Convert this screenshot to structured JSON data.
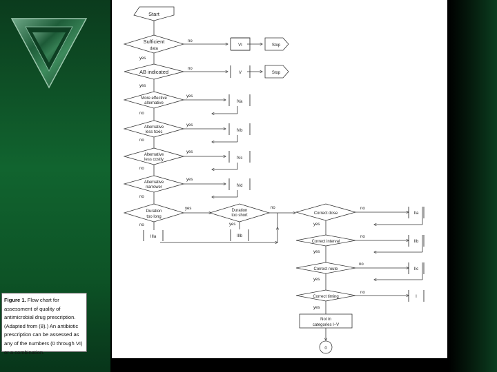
{
  "caption": {
    "title": "Figure 1.",
    "text": "Flow chart for assessment of quality of antimicrobial drug prescription. (Adapted from (8).) An antibiotic prescription can be assessed as any of the numbers (0 through VI) or a combination."
  },
  "flowchart": {
    "start": "Start",
    "stop": "Stop",
    "yes": "yes",
    "no": "no",
    "q_sufficient_line1": "Sufficient",
    "q_sufficient_line2": "data",
    "q_ab_indicated": "AB indicated",
    "q_more_effective_line1": "More effective",
    "q_more_effective_line2": "alternative",
    "q_less_toxic_line1": "Alternative",
    "q_less_toxic_line2": "less toxic",
    "q_less_costly_line1": "Alternative",
    "q_less_costly_line2": "less costly",
    "q_narrower_line1": "Alternative",
    "q_narrower_line2": "narrower",
    "q_too_long_line1": "Duration",
    "q_too_long_line2": "too long",
    "q_too_short_line1": "Duration",
    "q_too_short_line2": "too short",
    "q_correct_dose": "Correct dose",
    "q_correct_interval": "Correct interval",
    "q_correct_route": "Correct route",
    "q_correct_timing": "Correct timing",
    "not_in_line1": "Not in",
    "not_in_line2": "categories I–V",
    "cat_VI": "VI",
    "cat_V": "V",
    "cat_IVa": "IVa",
    "cat_IVb": "IVb",
    "cat_IVc": "IVc",
    "cat_IVd": "IVd",
    "cat_IIIa": "IIIa",
    "cat_IIIb": "IIIb",
    "cat_IIa": "IIa",
    "cat_IIb": "IIb",
    "cat_IIc": "IIc",
    "cat_I": "I",
    "cat_0": "0"
  },
  "colors": {
    "sidebar": "#11642f",
    "logo_green": "#2f7a4b",
    "lines": "#333333"
  }
}
